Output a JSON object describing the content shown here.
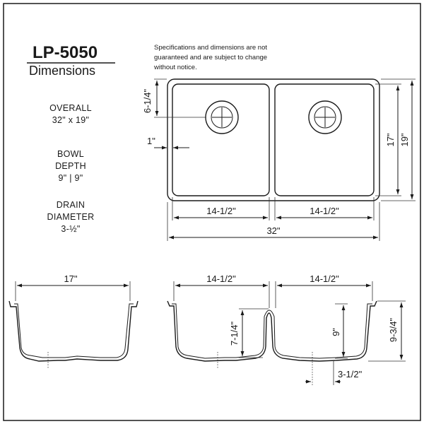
{
  "header": {
    "model": "LP-5050",
    "subtitle": "Dimensions",
    "note_lines": [
      "Specifications and dimensions are not",
      "guaranteed and are subject to change",
      "without notice."
    ]
  },
  "specs": {
    "overall_label": "OVERALL",
    "overall_value": "32\" x 19\"",
    "bowl_label_1": "BOWL",
    "bowl_label_2": "DEPTH",
    "bowl_value": "9\" | 9\"",
    "drain_label_1": "DRAIN",
    "drain_label_2": "DIAMETER",
    "drain_value": "3-½\""
  },
  "plan_view": {
    "drain_offset": "6-1/4\"",
    "wall": "1\"",
    "bowl_width_left": "14-1/2\"",
    "bowl_width_right": "14-1/2\"",
    "overall_width": "32\"",
    "bowl_length": "17\"",
    "overall_length": "19\""
  },
  "side_view": {
    "width": "17\""
  },
  "front_view": {
    "bowl_width_left": "14-1/2\"",
    "bowl_width_right": "14-1/2\"",
    "divider_height": "7-1/4\"",
    "bowl_depth": "9\"",
    "overall_depth": "9-3/4\"",
    "drain_offset": "3-1/2\""
  },
  "colors": {
    "line": "#1a1a1a",
    "background": "#ffffff"
  }
}
